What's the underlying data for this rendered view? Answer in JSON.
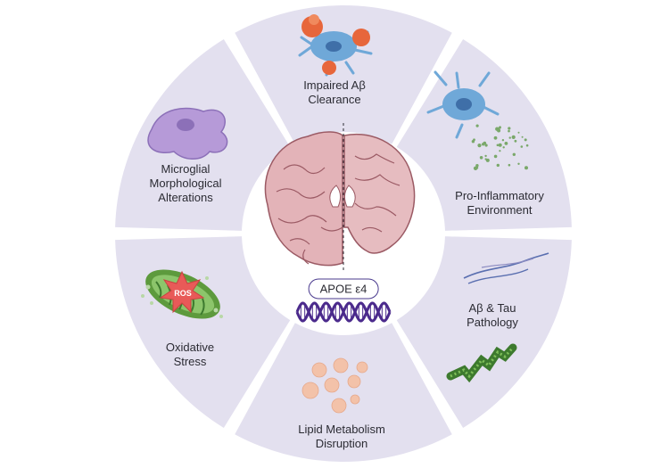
{
  "center": {
    "gene_label": "APOE ε4"
  },
  "segments": [
    {
      "id": "impaired-ab-clearance",
      "lines": [
        "Impaired Aβ",
        "Clearance"
      ]
    },
    {
      "id": "pro-inflammatory-environment",
      "lines": [
        "Pro-Inflammatory",
        "Environment"
      ]
    },
    {
      "id": "ab-tau-pathology",
      "lines": [
        "Aβ & Tau",
        "Pathology"
      ]
    },
    {
      "id": "lipid-metabolism-disruption",
      "lines": [
        "Lipid Metabolism",
        "Disruption"
      ]
    },
    {
      "id": "oxidative-stress",
      "lines": [
        "Oxidative",
        "Stress"
      ]
    },
    {
      "id": "microglial-morphological-alterations",
      "lines": [
        "Microglial",
        "Morphological",
        "Alterations"
      ]
    }
  ],
  "icons": {
    "ros_badge": "ROS"
  },
  "colors": {
    "segment_fill": "#e3e0ef",
    "divider": "#ffffff",
    "dna_purple": "#4b2a8c",
    "brain_pink": "#e3b3b8",
    "brain_outline": "#9b5a64",
    "microglia_blue": "#6fa8d8",
    "amyloid_orange": "#e7663b",
    "microglia_purple": "#b69ad8",
    "lipid_peach": "#f3c2a9",
    "mito_green": "#5d9a3d"
  }
}
